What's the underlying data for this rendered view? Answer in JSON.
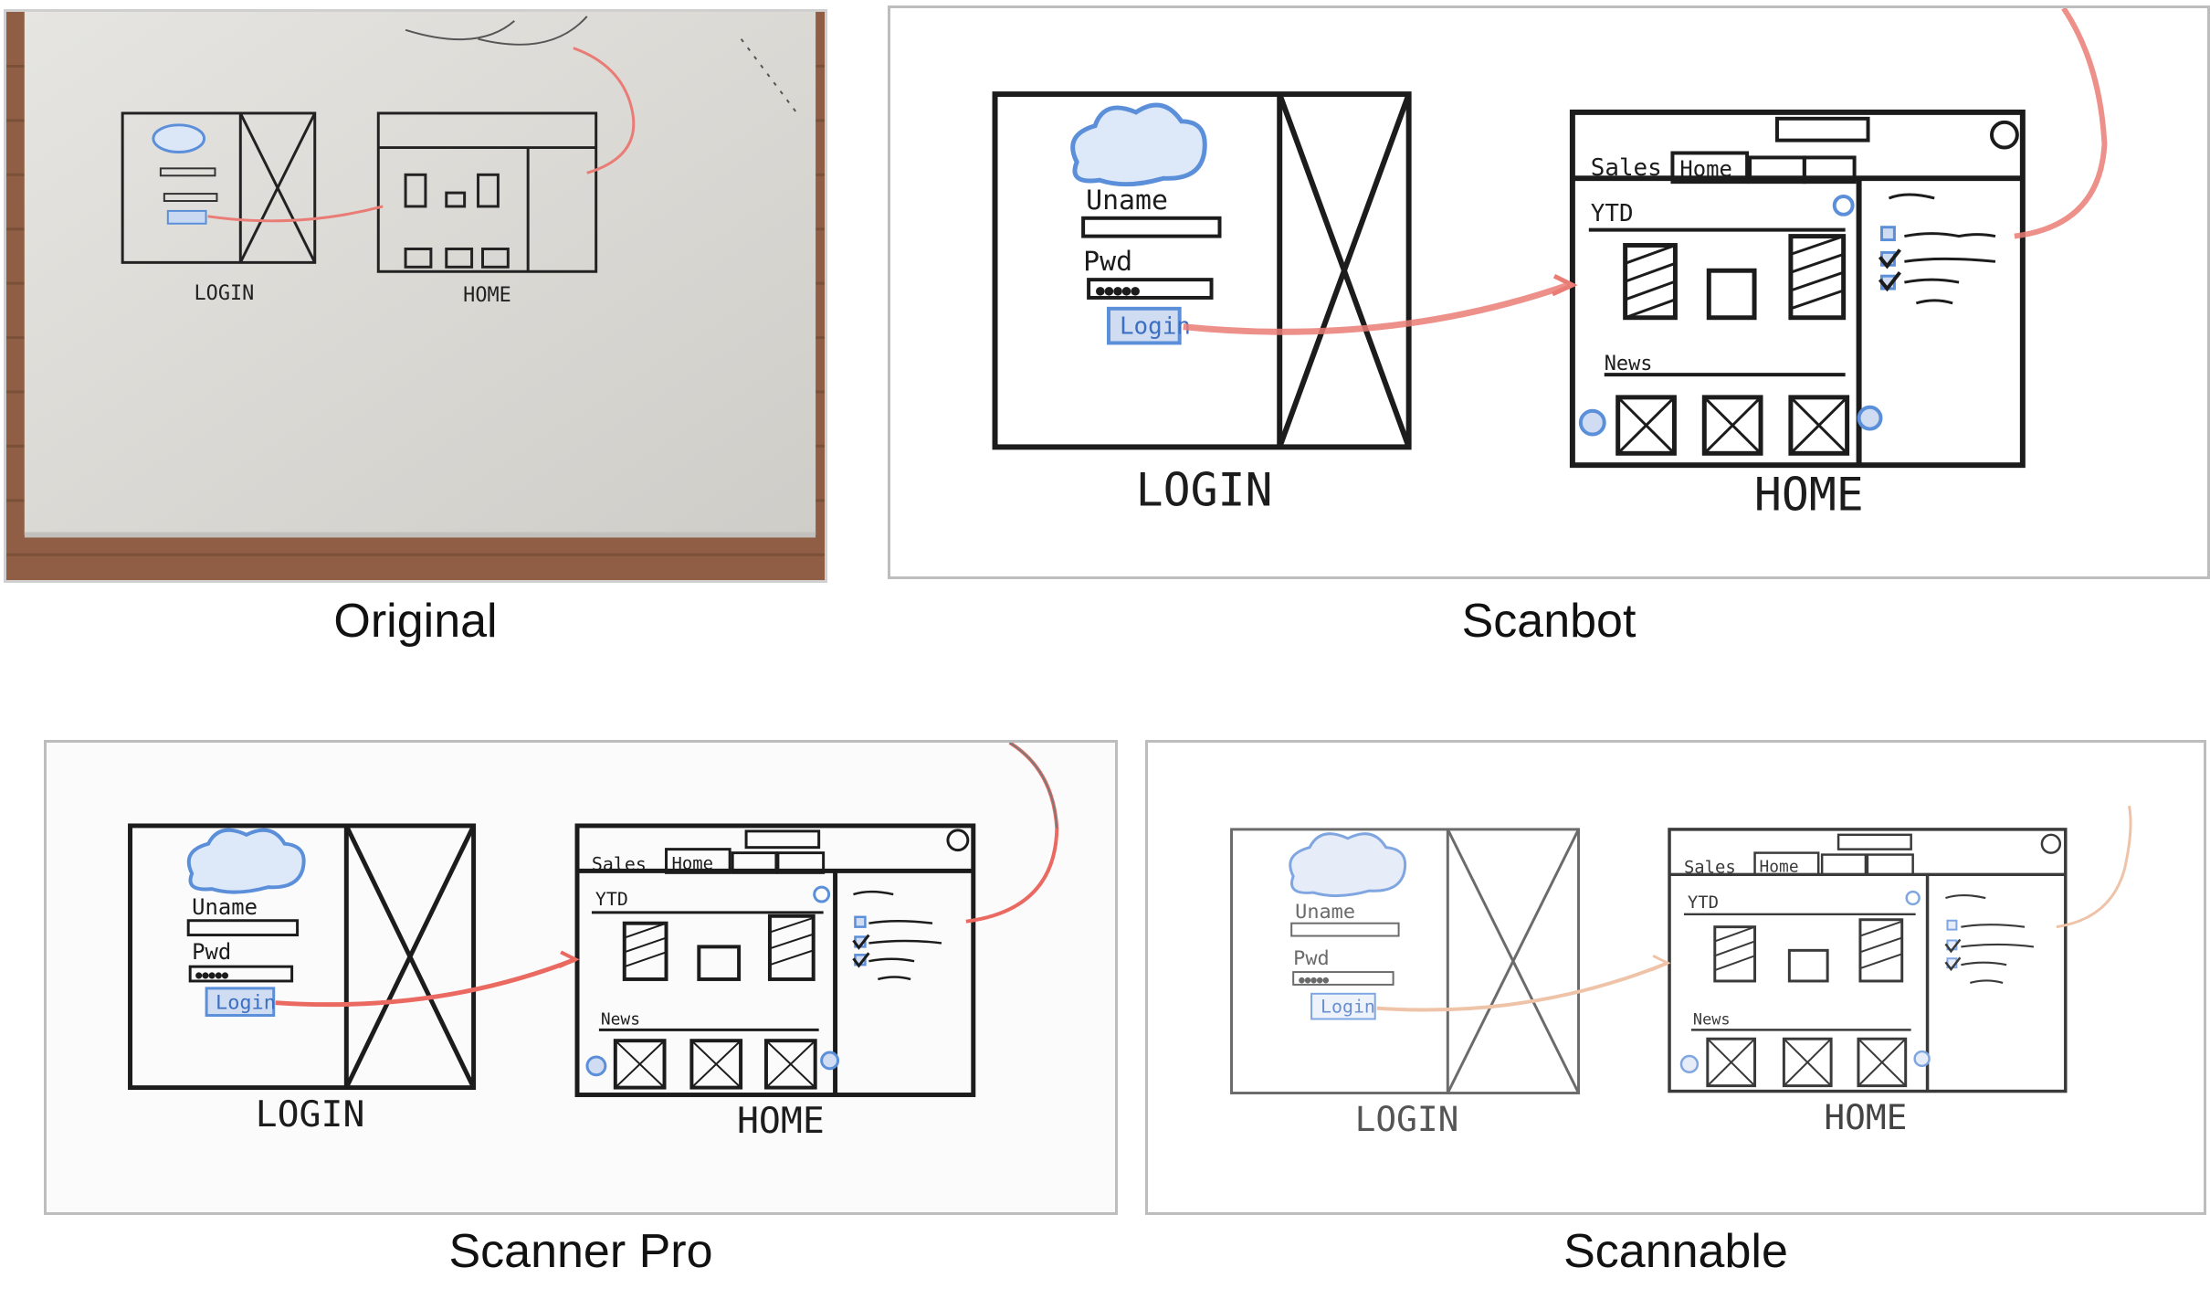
{
  "panels": [
    {
      "id": "original",
      "caption": "Original",
      "variant": "photo"
    },
    {
      "id": "scanbot",
      "caption": "Scanbot",
      "variant": "scanbot"
    },
    {
      "id": "scanner-pro",
      "caption": "Scanner Pro",
      "variant": "scannerpro"
    },
    {
      "id": "scannable",
      "caption": "Scannable",
      "variant": "scannable"
    }
  ],
  "sketch": {
    "login_label": "LOGIN",
    "home_label": "HOME",
    "uname": "Uname",
    "pwd": "Pwd",
    "password_mask": "●●●●●",
    "login_button": "Login",
    "sales_tab": "Sales",
    "home_tab": "Home",
    "ytd": "YTD",
    "news": "News"
  },
  "colors": {
    "ink": "#1c1c1c",
    "blue": "#5b8fd9",
    "red_arrow": "#ea7c76",
    "whiteboard": "#dcdcd8",
    "brick": "#9a6a4d",
    "scannable_ink": "#6b6b6b",
    "scannable_arrow": "#eec3a8"
  }
}
